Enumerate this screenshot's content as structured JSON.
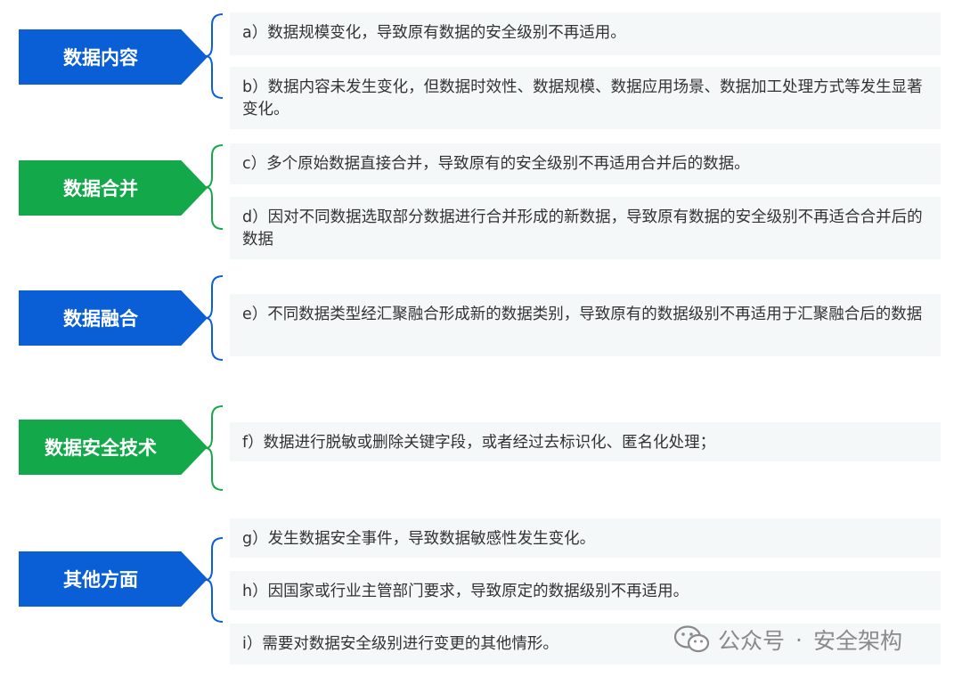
{
  "colors": {
    "blue": "#0a5ed6",
    "green": "#13a84a",
    "item_bg": "#f4f8f8",
    "text": "#333333",
    "watermark": "#8a8a8a"
  },
  "groups": [
    {
      "label": "数据内容",
      "color": "blue",
      "items": [
        "a）数据规模变化，导致原有数据的安全级别不再适用。",
        "b）数据内容未发生变化，但数据时效性、数据规模、数据应用场景、数据加工处理方式等发生显著变化。"
      ]
    },
    {
      "label": "数据合并",
      "color": "green",
      "items": [
        "c）多个原始数据直接合并，导致原有的安全级别不再适用合并后的数据。",
        "d）因对不同数据选取部分数据进行合并形成的新数据，导致原有数据的安全级别不再适合合并后的数据"
      ]
    },
    {
      "label": "数据融合",
      "color": "blue",
      "items": [
        "e）不同数据类型经汇聚融合形成新的数据类别，导致原有的数据级别不再适用于汇聚融合后的数据"
      ]
    },
    {
      "label": "数据安全技术",
      "color": "green",
      "items": [
        "f）数据进行脱敏或删除关键字段，或者经过去标识化、匿名化处理；"
      ]
    },
    {
      "label": "其他方面",
      "color": "blue",
      "items": [
        "g）发生数据安全事件，导致数据敏感性发生变化。",
        "h）因国家或行业主管部门要求，导致原定的数据级别不再适用。",
        "i）需要对数据安全级别进行变更的其他情形。"
      ]
    }
  ],
  "watermark": {
    "icon": "wechat-icon",
    "text_left": "公众号",
    "separator": "·",
    "text_right": "安全架构"
  }
}
